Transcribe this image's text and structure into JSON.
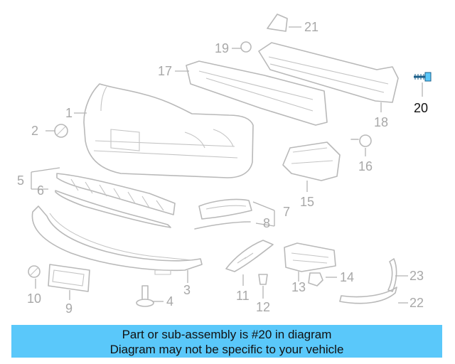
{
  "callouts": {
    "c1": "1",
    "c2": "2",
    "c3": "3",
    "c4": "4",
    "c5": "5",
    "c6": "6",
    "c7": "7",
    "c8": "8",
    "c9": "9",
    "c10": "10",
    "c11": "11",
    "c12": "12",
    "c13": "13",
    "c14": "14",
    "c15": "15",
    "c16": "16",
    "c17": "17",
    "c18": "18",
    "c19": "19",
    "c20": "20",
    "c21": "21",
    "c22": "22",
    "c23": "23"
  },
  "highlight": {
    "part": "20",
    "color": "#5ac8fa"
  },
  "banner": {
    "line1": "Part or sub-assembly is #20 in diagram",
    "line2": "Diagram may not be specific to your vehicle",
    "background": "#5ac8fa"
  }
}
